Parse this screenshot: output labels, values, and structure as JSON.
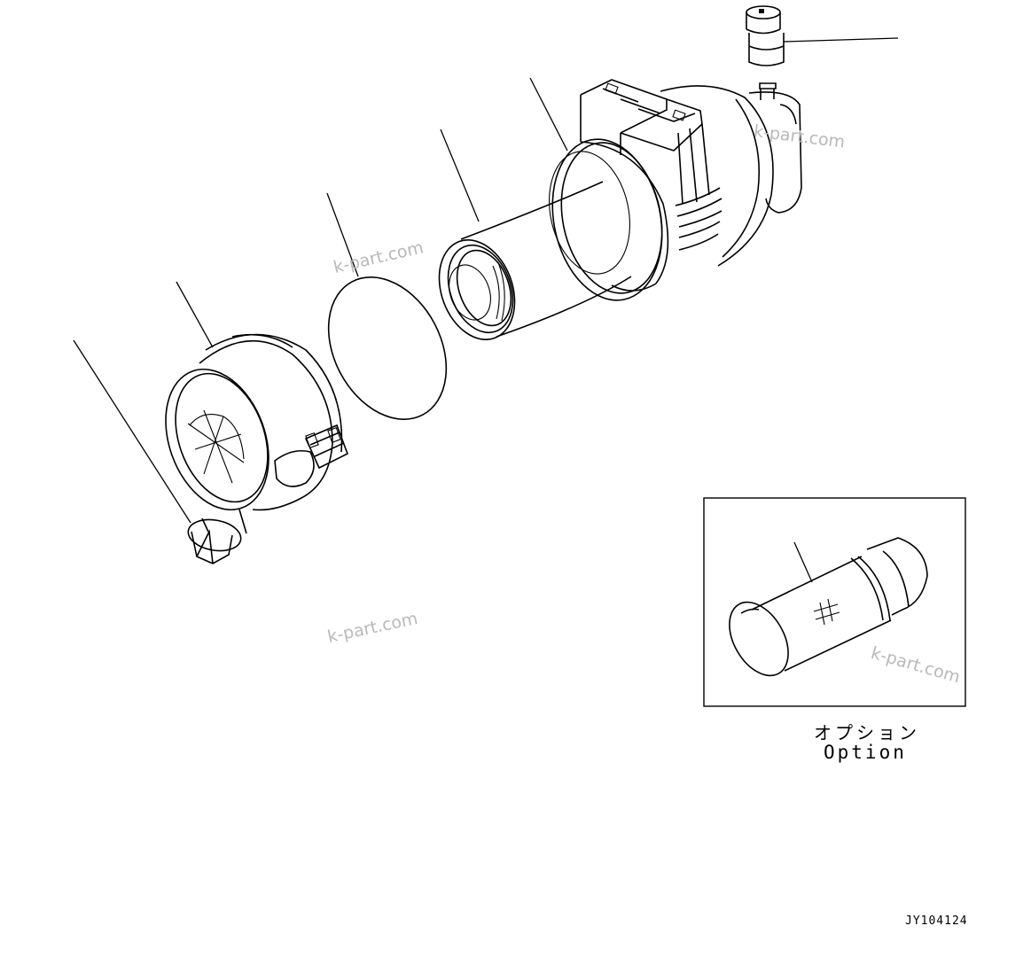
{
  "watermark": {
    "text": "k-part.com",
    "color": "#b9b9b9"
  },
  "labels": {
    "option_jp": "オプション",
    "option_en": "Option",
    "drawing_code": "JY104124"
  },
  "parts": [
    {
      "name": "dust-indicator",
      "icon": "indicator-cap-icon"
    },
    {
      "name": "air-cleaner-body",
      "icon": "cleaner-body-icon"
    },
    {
      "name": "outer-filter-element",
      "icon": "filter-element-icon"
    },
    {
      "name": "gasket",
      "icon": "ring-gasket-icon"
    },
    {
      "name": "end-cover",
      "icon": "cover-icon"
    },
    {
      "name": "evacuator-valve",
      "icon": "valve-icon"
    },
    {
      "name": "option-safety-element",
      "icon": "safety-element-icon"
    }
  ]
}
